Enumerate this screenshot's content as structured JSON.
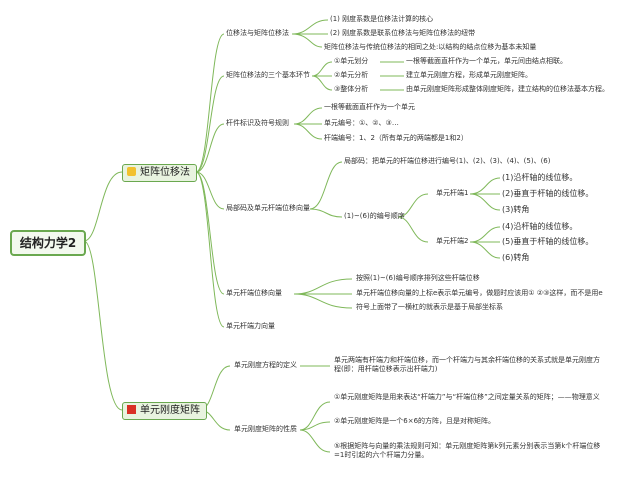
{
  "root": "结构力学2",
  "branch1": {
    "label": "矩阵位移法",
    "icon": "star-icon",
    "children": {
      "c1": {
        "label": "位移法与矩阵位移法",
        "items": [
          "(1) 刚度系数是位移法计算的核心",
          "(2) 刚度系数是联系位移法与矩阵位移法的纽带",
          "矩阵位移法与传统位移法的相同之处:以结构的结点位移为基本未知量"
        ]
      },
      "c2": {
        "label": "矩阵位移法的三个基本环节",
        "steps": [
          "①单元划分",
          "②单元分析",
          "③整体分析"
        ],
        "descs": [
          "一根等截面直杆作为一个单元，单元间由结点相联。",
          "建立单元刚度方程，形成单元刚度矩阵。",
          "由单元刚度矩阵形成整体刚度矩阵，建立结构的位移法基本方程。"
        ]
      },
      "c3": {
        "label": "杆件标识及符号规则",
        "items": [
          "一根等截面直杆作为一个单元",
          "单元编号：①、②、③…",
          "杆端编号：1、2（所有单元的两端都是1和2）"
        ]
      },
      "c4": {
        "label": "局部码及单元杆端位移向量",
        "local_code": "局部码：把单元的杆端位移进行编号(1)、(2)、(3)、(4)、(5)、(6)",
        "order": "(1)~(6)的编号顺序",
        "end1": {
          "label": "单元杆端1",
          "items": [
            "(1)沿杆轴的线位移。",
            "(2)垂直于杆轴的线位移。",
            "(3)转角"
          ]
        },
        "end2": {
          "label": "单元杆端2",
          "items": [
            "(4)沿杆轴的线位移。",
            "(5)垂直于杆轴的线位移。",
            "(6)转角"
          ]
        }
      },
      "c5": {
        "label": "单元杆端位移向量",
        "items": [
          "按照(1)~(6)编号顺序排列这些杆端位移",
          "单元杆端位移向量的上标e表示单元编号，做题时应该用① ②③这样，而不是用e",
          "符号上面带了一横杠的就表示是基于局部坐标系"
        ]
      },
      "c6": {
        "label": "单元杆端力向量"
      }
    }
  },
  "branch2": {
    "label": "单元刚度矩阵",
    "icon": "flag-icon",
    "children": {
      "c1": {
        "label": "单元刚度方程的定义",
        "text": "单元两端有杆端力和杆端位移，而一个杆端力与其余杆端位移的关系式就是单元刚度方程(即：用杆端位移表示出杆端力)"
      },
      "c2": {
        "label": "单元刚度矩阵的性质",
        "items": [
          "①单元刚度矩阵是用来表达“杆端力”与“杆端位移”之间定量关系的矩阵；——物理意义",
          "②单元刚度矩阵是一个6×6的方阵，且是对称矩阵。",
          "⑤根据矩阵与向量的乘法规则可知：单元刚度矩阵第k列元素分别表示当第k个杆端位移=1时引起的六个杆端力分量。"
        ]
      }
    }
  },
  "colors": {
    "connector": "#7fb85a",
    "branch_fill": "#e8f3df",
    "branch_border": "#6aa84f"
  }
}
